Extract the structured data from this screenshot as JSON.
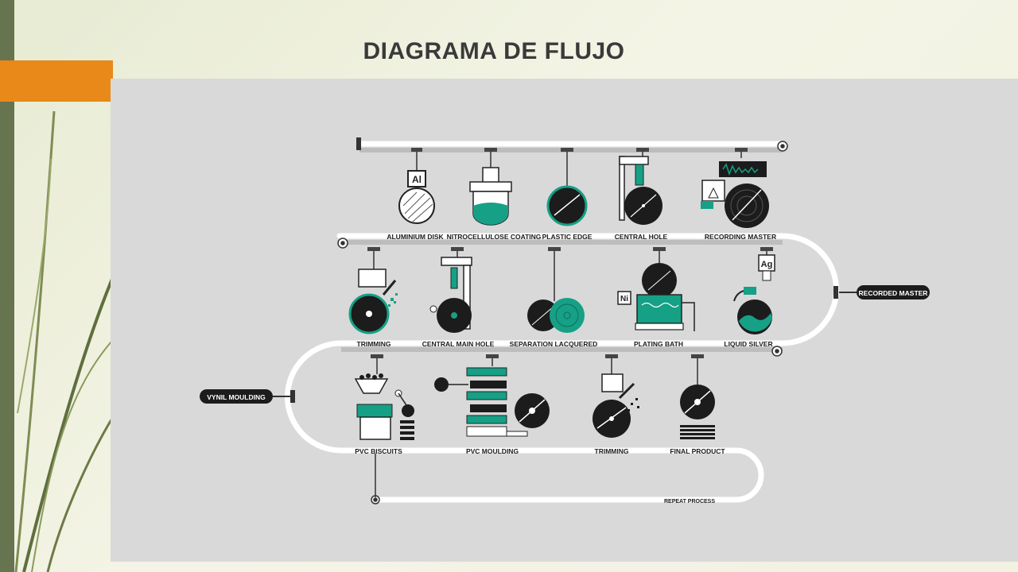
{
  "slide": {
    "title": "DIAGRAMA DE FLUJO",
    "colors": {
      "accent": "#e8891a",
      "sidebar": "#66744f",
      "teal": "#16a085",
      "dark": "#1c1c1c",
      "panel": "#d9d9d9"
    }
  },
  "diagram": {
    "row1": [
      "ALUMINIUM DISK",
      "NITROCELLULOSE COATING",
      "PLASTIC EDGE",
      "CENTRAL HOLE",
      "RECORDING MASTER"
    ],
    "row2": [
      "TRIMMING",
      "CENTRAL MAIN HOLE",
      "SEPARATION LACQUERED",
      "PLATING BATH",
      "LIQUID SILVER"
    ],
    "row3": [
      "PVC BISCUITS",
      "PVC MOULDING",
      "TRIMMING",
      "FINAL PRODUCT"
    ],
    "repeat_label": "REPEAT PROCESS",
    "callouts": {
      "recorded_master": "RECORDED MASTER",
      "vinyl_moulding": "VYNIL MOULDING"
    },
    "element_badges": {
      "aluminium": "Al",
      "nickel": "Ni",
      "silver": "Ag"
    }
  }
}
